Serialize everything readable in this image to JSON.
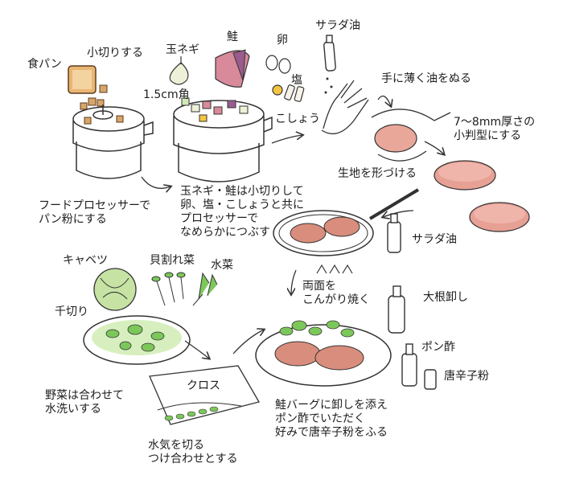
{
  "labels": {
    "bread": "食パン",
    "cut_small": "小切りする",
    "onion": "玉ネギ",
    "salmon": "鮭",
    "egg": "卵",
    "salt": "塩",
    "pepper": "こしょう",
    "salad_oil_top": "サラダ油",
    "cube_size": "1.5cm角",
    "oil_hands": "手に薄く油をぬる",
    "thickness": "7〜8mm厚さの\n小判型にする",
    "form_dough": "生地を形づける",
    "processor_crumbs": "フードプロセッサーで\nパン粉にする",
    "onion_salmon_step": "玉ネギ・鮭は小切りして\n卵、塩・こしょうと共に\nプロセッサーで\nなめらかにつぶす",
    "salad_oil_pan": "サラダ油",
    "cabbage": "キャベツ",
    "sprouts": "貝割れ菜",
    "mizuna": "水菜",
    "julienne": "千切り",
    "fry_both_sides": "両面を\nこんがり焼く",
    "daikon_oroshi": "大根卸し",
    "ponzu": "ポン酢",
    "chili": "唐辛子粉",
    "cloth": "クロス",
    "wash_veg": "野菜は合わせて\n水洗いする",
    "drain": "水気を切る\nつけ合わせとする",
    "serve": "鮭バーグに卸しを添え\nポン酢でいただく\n好みで唐辛子粉をふる"
  },
  "colors": {
    "salmon": "#e9a79a",
    "patty": "#d98d7c",
    "green": "#7cc75a",
    "bread": "#d9a66a",
    "ink": "#333333"
  }
}
